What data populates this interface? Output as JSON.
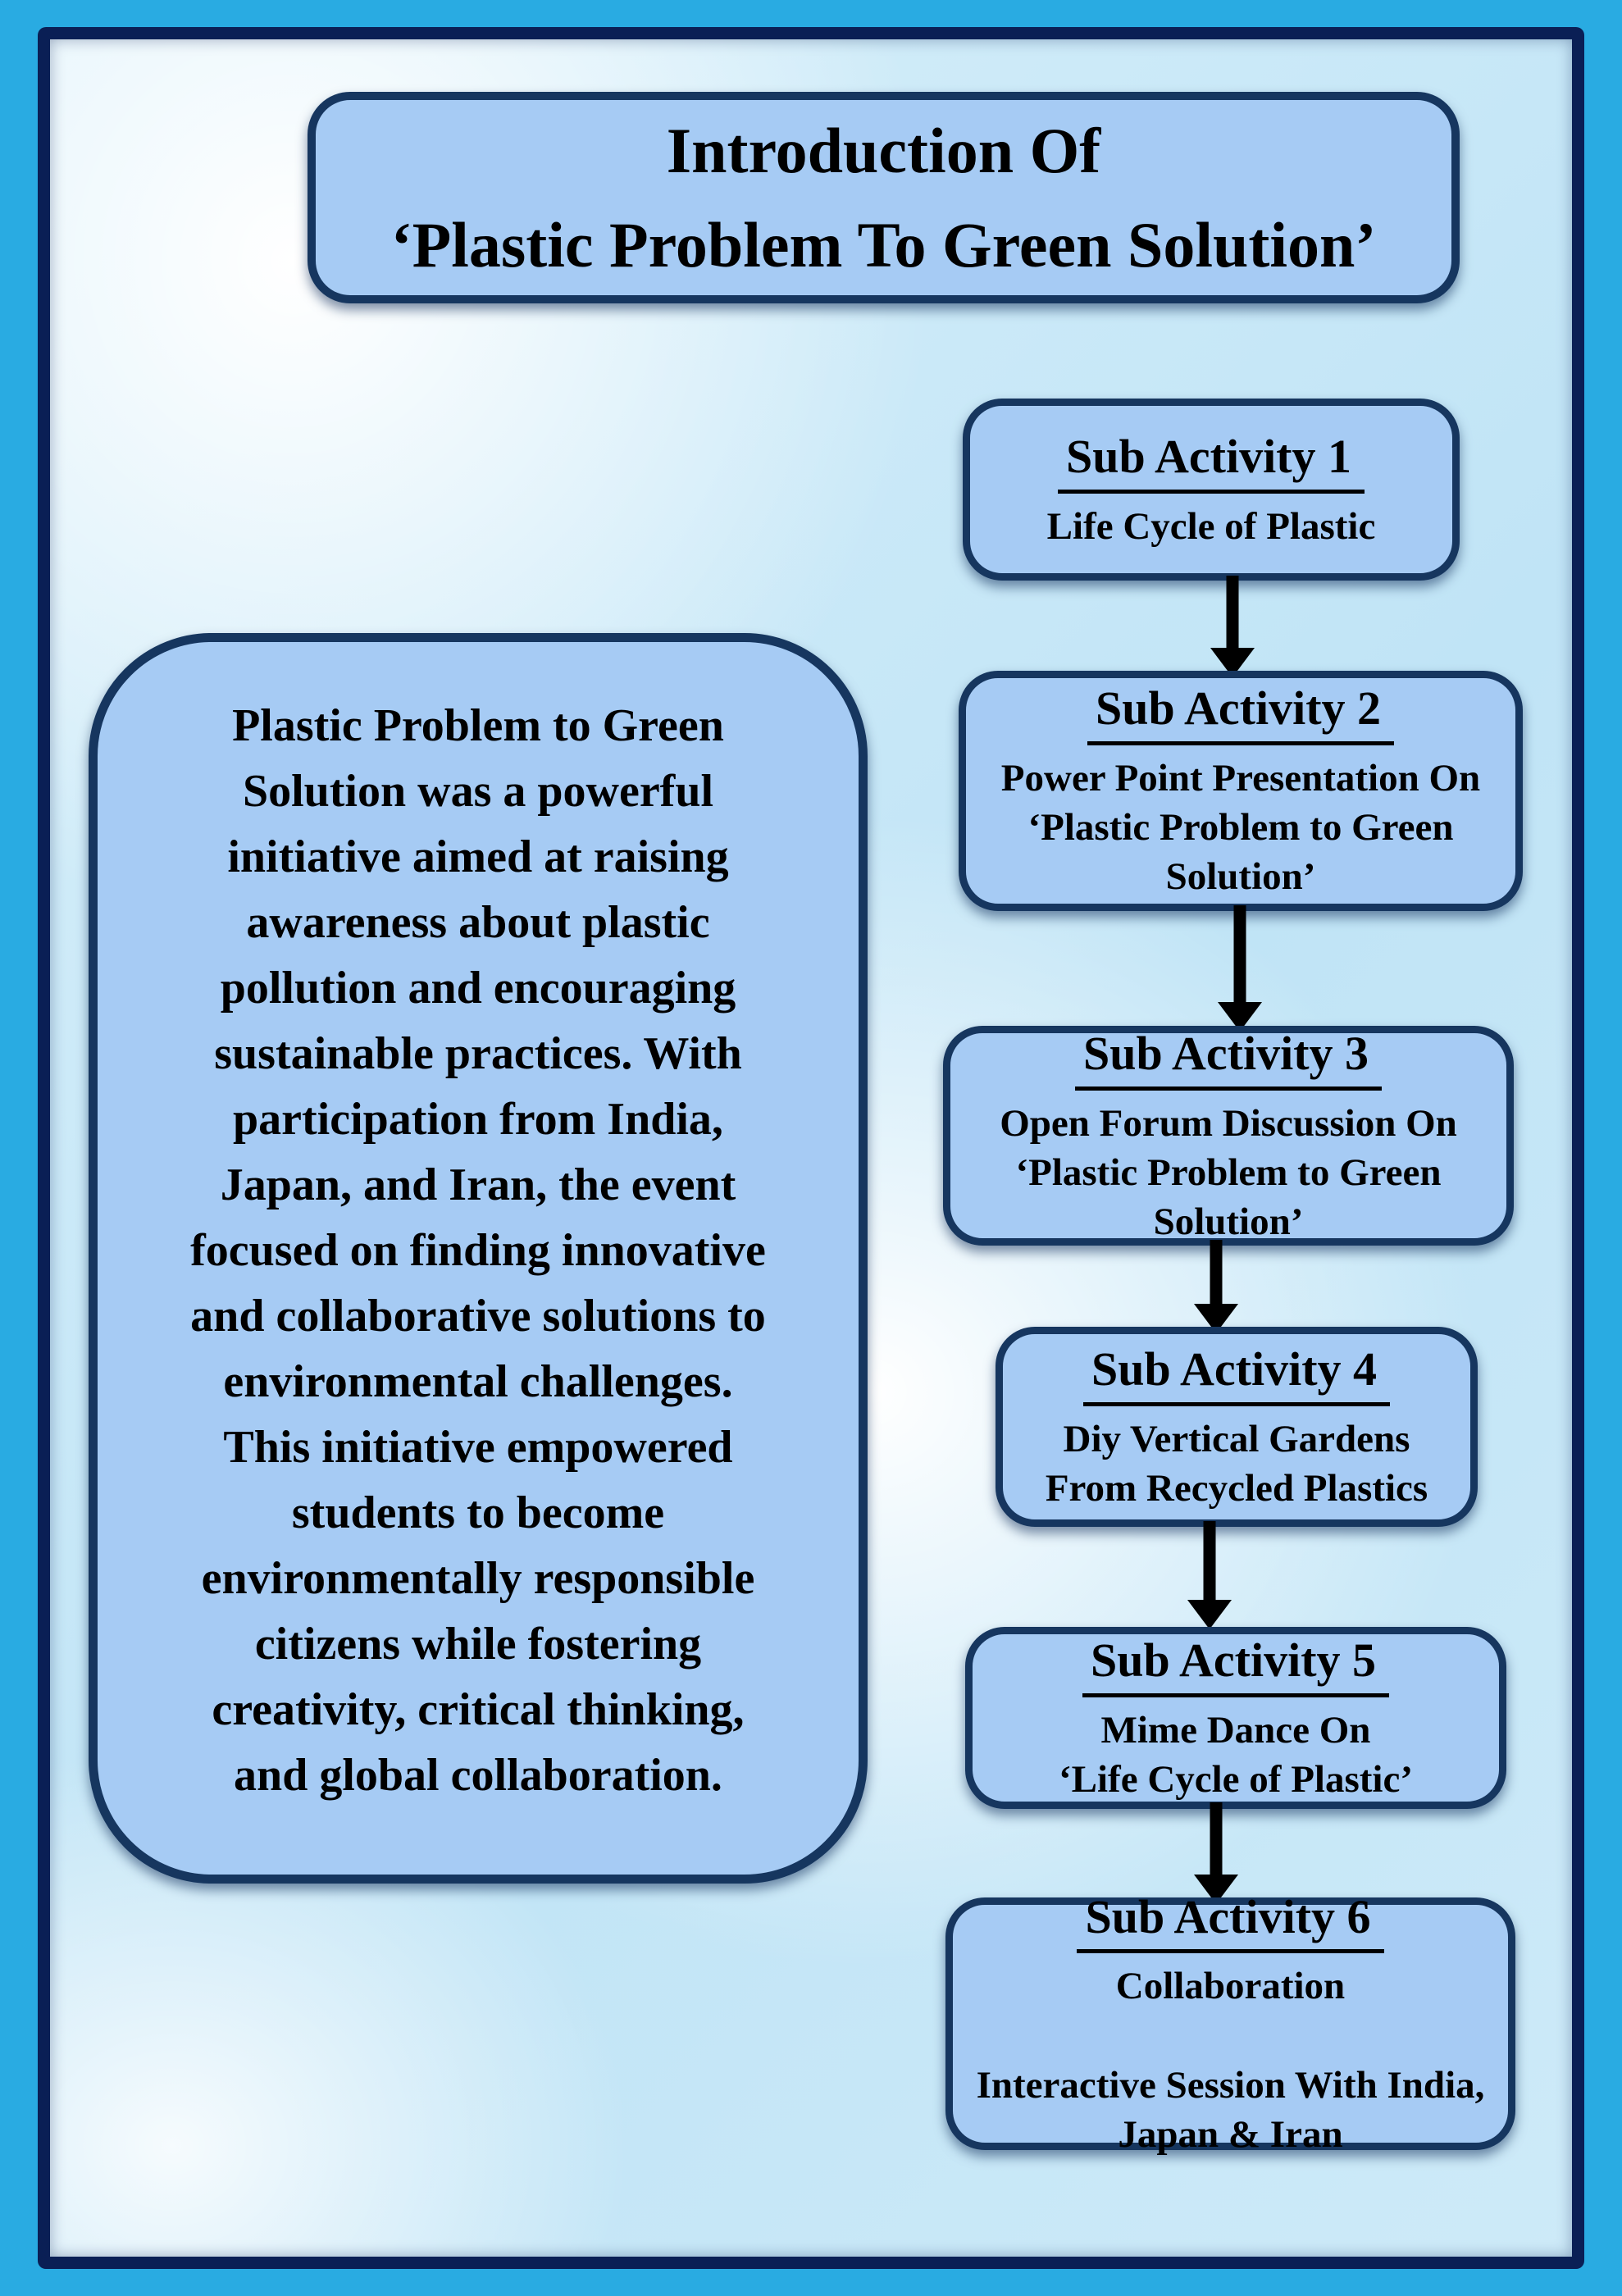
{
  "poster": {
    "title": "Introduction Of\n‘Plastic Problem To Green Solution’",
    "description": "Plastic Problem to Green\nSolution was a powerful\ninitiative aimed at raising\nawareness about plastic\npollution and encouraging\nsustainable practices. With\nparticipation from India,\nJapan, and Iran, the event\nfocused on finding innovative\nand collaborative solutions to\nenvironmental challenges.\nThis initiative empowered\nstudents to become\nenvironmentally responsible\ncitizens while fostering\ncreativity, critical thinking,\nand global collaboration."
  },
  "activities": [
    {
      "heading": "Sub Activity 1",
      "body": "Life Cycle of Plastic"
    },
    {
      "heading": "Sub Activity 2",
      "body": "Power Point Presentation On\n‘Plastic Problem to Green\nSolution’"
    },
    {
      "heading": "Sub Activity 3",
      "body": "Open Forum Discussion On\n‘Plastic Problem to Green\nSolution’"
    },
    {
      "heading": "Sub Activity 4",
      "body": "Diy Vertical Gardens\nFrom Recycled Plastics"
    },
    {
      "heading": "Sub Activity 5",
      "body": "Mime Dance On\n‘Life Cycle of Plastic’"
    },
    {
      "heading": "Sub Activity 6",
      "body": "Collaboration\n\nInteractive Session With India,\nJapan & Iran"
    }
  ],
  "colors": {
    "outer_background": "#29ABE2",
    "frame_border": "#0A1F55",
    "canvas_tint": "#C5E6F6",
    "box_fill": "#A6CBF4",
    "box_border": "#16365F",
    "text": "#000000",
    "arrow": "#000000"
  }
}
